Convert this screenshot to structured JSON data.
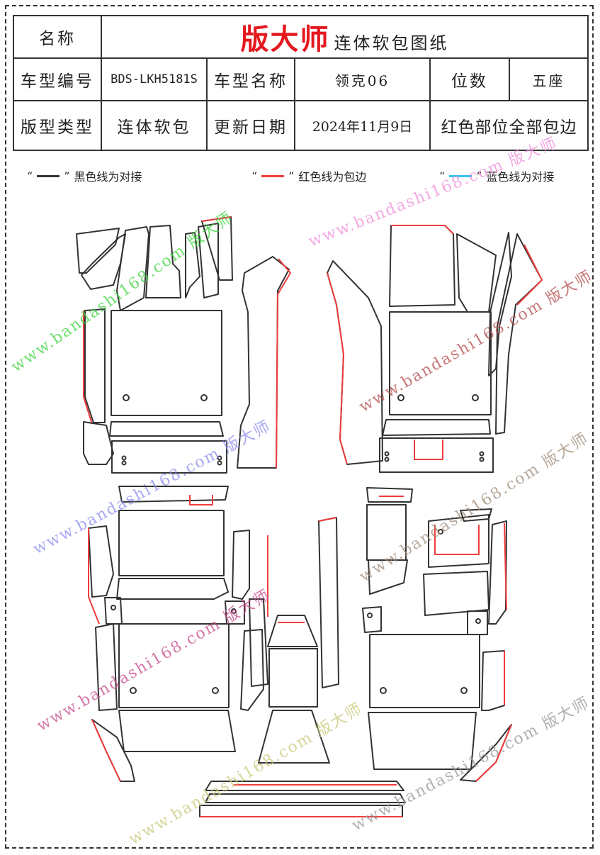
{
  "header": {
    "name_label": "名称",
    "brand": "版大师",
    "doc_title": "连体软包图纸",
    "model_code_label": "车型编号",
    "model_code": "BDS-LKH5181S",
    "model_name_label": "车型名称",
    "model_name": "领克06",
    "seats_label": "位数",
    "seats": "五座",
    "type_label": "版型类型",
    "type": "连体软包",
    "date_label": "更新日期",
    "date": "2024年11月9日",
    "note": "红色部位全部包边"
  },
  "legend": [
    {
      "text": "黑色线为对接",
      "color": "#333333"
    },
    {
      "text": "红色线为包边",
      "color": "#f03c3c"
    },
    {
      "text": "蓝色线为对接",
      "color": "#33c3f0"
    }
  ],
  "watermark": {
    "url": "www.bandashi168.com",
    "brand": "版大师"
  },
  "colors": {
    "black_line": "#333333",
    "red_line": "#f03c3c",
    "blue_line": "#33c3f0",
    "brand_red": "#e4181e"
  }
}
